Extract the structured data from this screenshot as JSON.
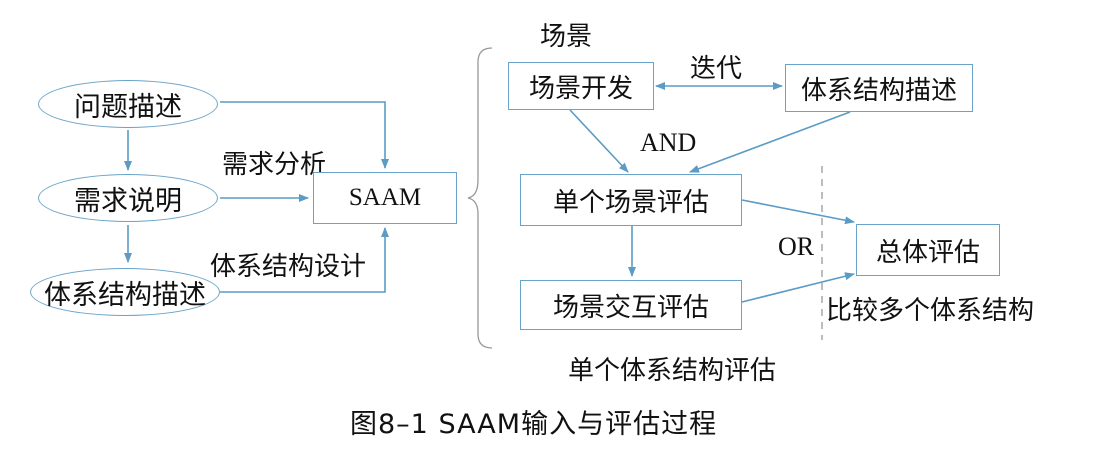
{
  "left": {
    "problem_desc": "问题描述",
    "req_spec": "需求说明",
    "arch_desc": "体系结构描述",
    "req_analysis": "需求分析",
    "arch_design": "体系结构设计",
    "saam": "SAAM"
  },
  "right": {
    "scenario": "场景",
    "scenario_dev": "场景开发",
    "iterate": "迭代",
    "arch_desc": "体系结构描述",
    "and": "AND",
    "single_scenario_eval": "单个场景评估",
    "scenario_interaction_eval": "场景交互评估",
    "or": "OR",
    "overall_eval": "总体评估",
    "compare_arch": "比较多个体系结构",
    "single_arch_eval": "单个体系结构评估"
  },
  "caption": "图8–1  SAAM输入与评估过程",
  "colors": {
    "arrow": "#5b9bc4",
    "border": "#6aa3c8"
  }
}
